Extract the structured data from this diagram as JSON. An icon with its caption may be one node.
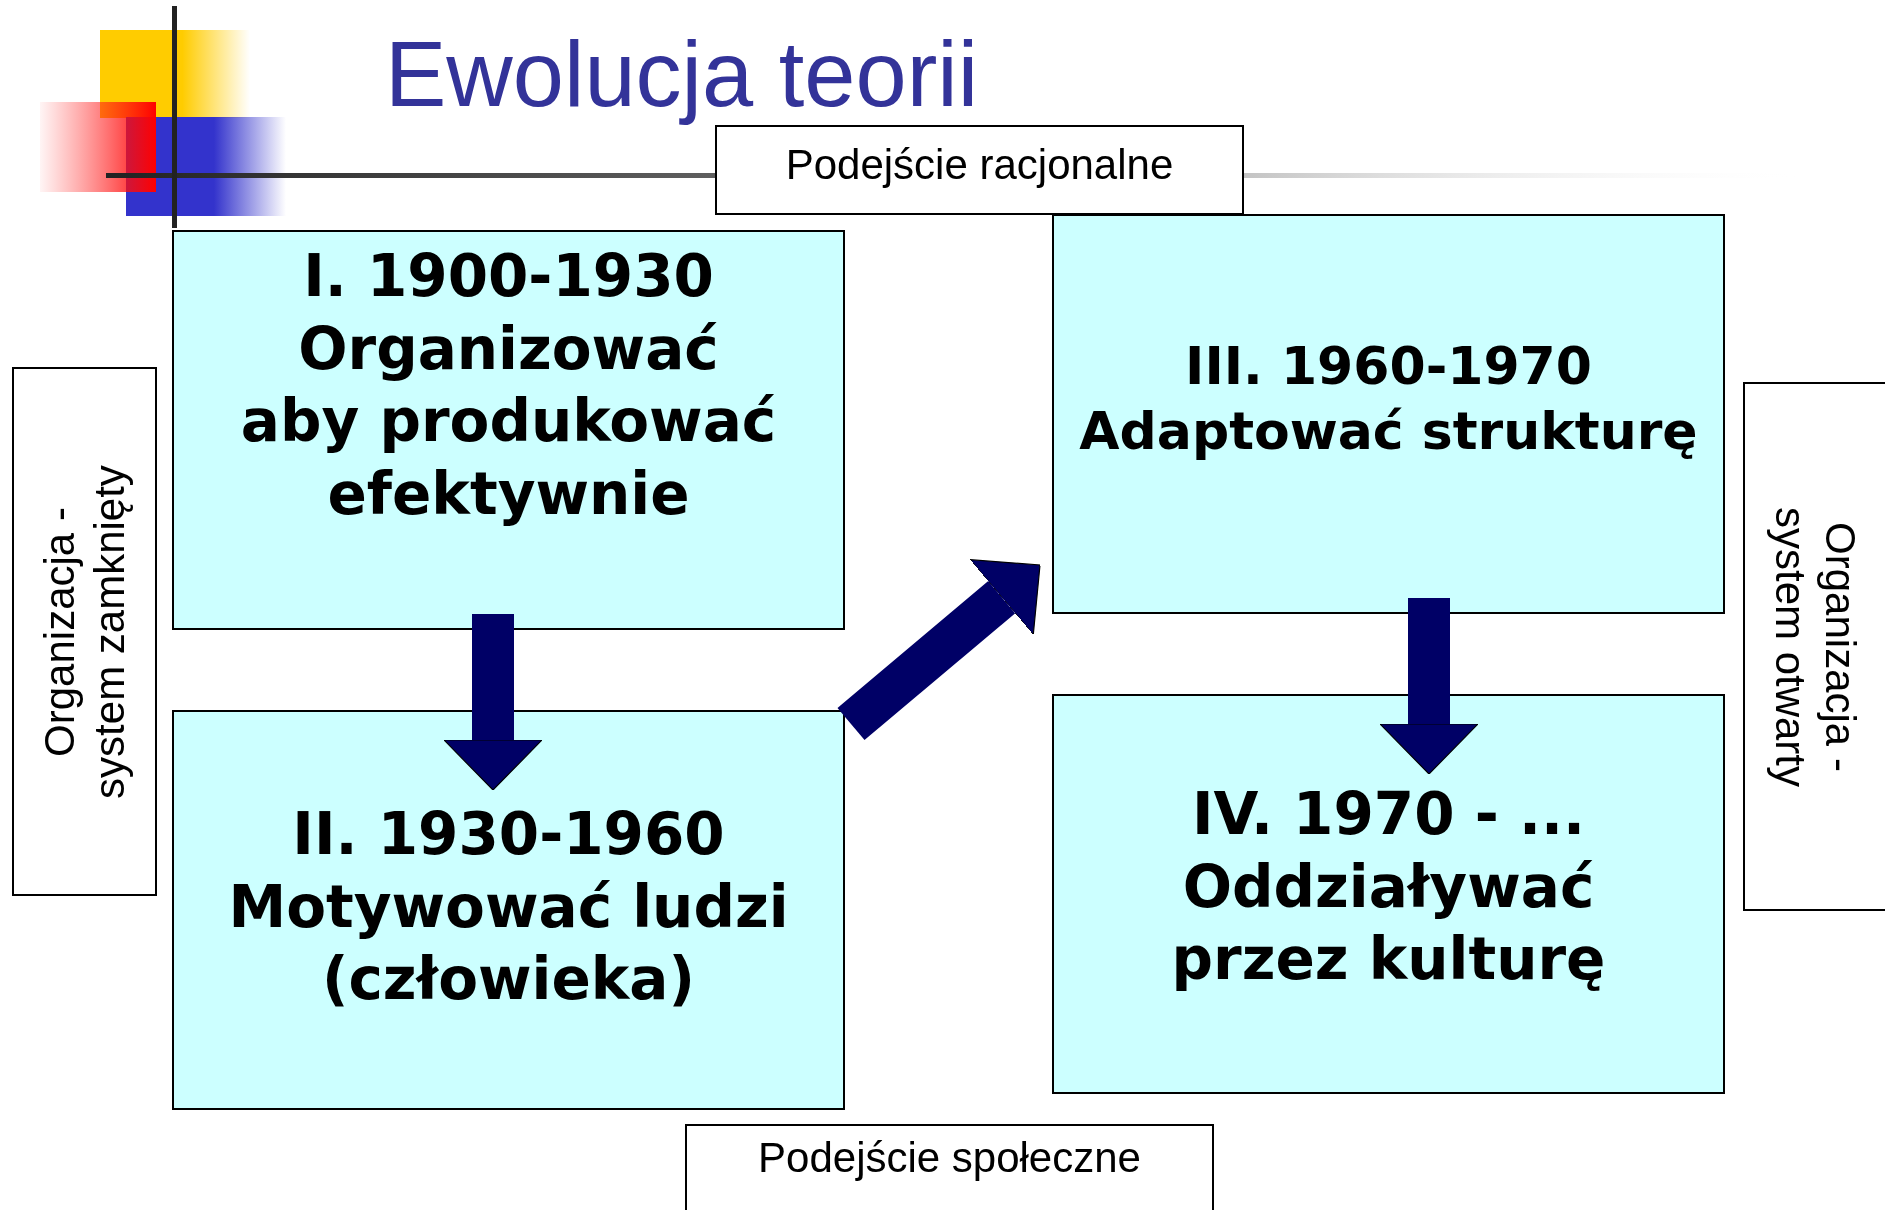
{
  "diagram": {
    "title": "Ewolucja teorii",
    "nodes": [
      {
        "text": [
          "Podejście racjonalne"
        ]
      },
      {
        "text": [
          "Organizacja - system zamknięty"
        ]
      },
      {
        "text": [
          "I. 1900-1930",
          "Organizować aby produkować efektywnie"
        ]
      },
      {
        "text": [
          "III. 1960-1970",
          "Adaptować strukturę"
        ]
      },
      {
        "text": [
          "Organizacja - system otwarty"
        ]
      },
      {
        "text": [
          "II. 1930-1960",
          "Motywować ludzi (człowieka)"
        ]
      },
      {
        "text": [
          "IV. 1970 - ...",
          "Oddziaływać przez kulturę"
        ]
      },
      {
        "text": [
          "Podejście społeczne"
        ]
      }
    ],
    "edges": [
      {
        "from": 2,
        "to": 5,
        "arrow": "to"
      },
      {
        "from": 5,
        "to": 3,
        "arrow": "to"
      },
      {
        "from": 3,
        "to": 6,
        "arrow": "to"
      }
    ]
  }
}
